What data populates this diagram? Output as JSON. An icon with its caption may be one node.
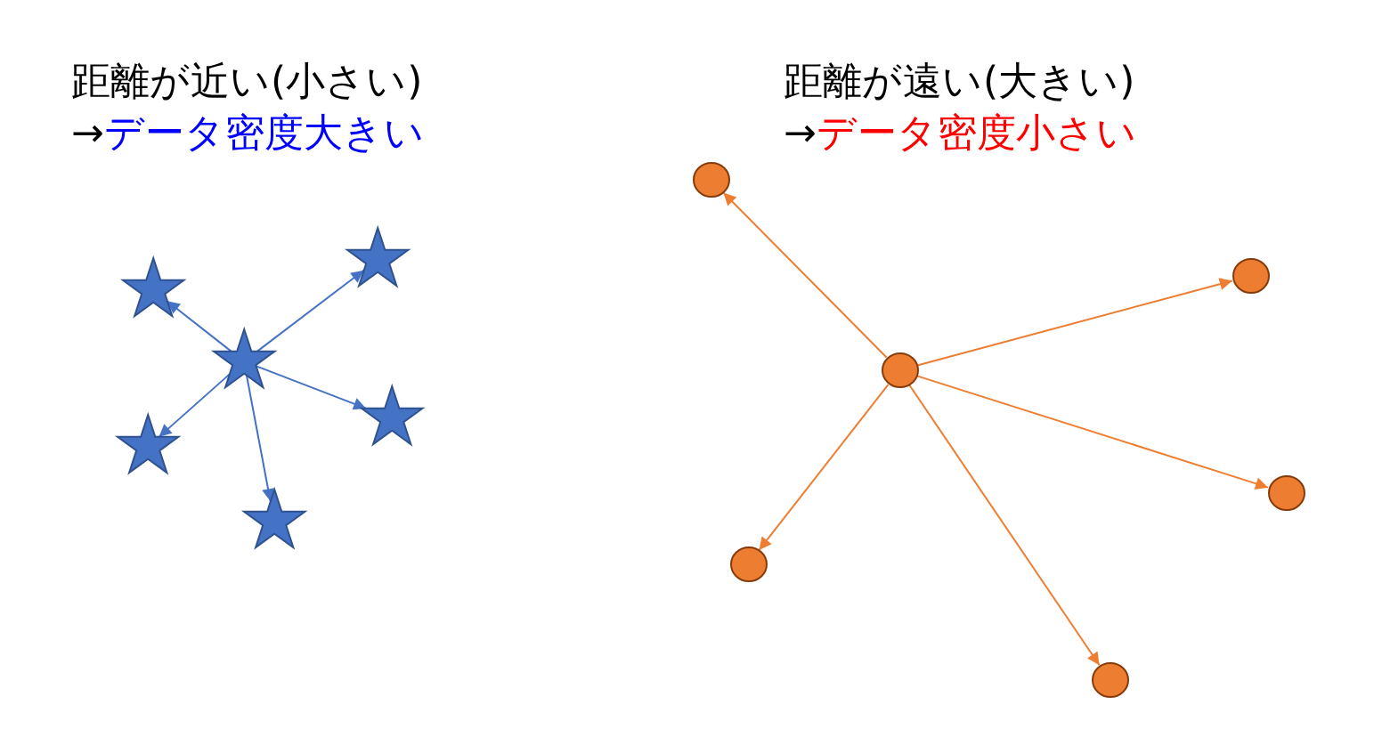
{
  "diagram": {
    "nodes": [
      {
        "text": [],
        "shape": "star"
      },
      {
        "text": [],
        "shape": "star"
      },
      {
        "text": [],
        "shape": "star"
      },
      {
        "text": [],
        "shape": "star"
      },
      {
        "text": [],
        "shape": "star"
      },
      {
        "text": [],
        "shape": "star"
      },
      {
        "text": [],
        "shape": "circle"
      },
      {
        "text": [],
        "shape": "circle"
      },
      {
        "text": [],
        "shape": "circle"
      },
      {
        "text": [],
        "shape": "circle"
      },
      {
        "text": [],
        "shape": "circle"
      },
      {
        "text": [],
        "shape": "circle"
      }
    ],
    "edges": [
      {
        "from": 2,
        "to": 0,
        "arrow": "to",
        "color": "#4472c4"
      },
      {
        "from": 2,
        "to": 1,
        "arrow": "to",
        "color": "#4472c4"
      },
      {
        "from": 2,
        "to": 3,
        "arrow": "to",
        "color": "#4472c4"
      },
      {
        "from": 2,
        "to": 4,
        "arrow": "to",
        "color": "#4472c4"
      },
      {
        "from": 2,
        "to": 5,
        "arrow": "to",
        "color": "#4472c4"
      },
      {
        "from": 8,
        "to": 6,
        "arrow": "to",
        "color": "#ed7d31"
      },
      {
        "from": 8,
        "to": 7,
        "arrow": "to",
        "color": "#ed7d31"
      },
      {
        "from": 8,
        "to": 9,
        "arrow": "to",
        "color": "#ed7d31"
      },
      {
        "from": 8,
        "to": 10,
        "arrow": "to",
        "color": "#ed7d31"
      },
      {
        "from": 8,
        "to": 11,
        "arrow": "to",
        "color": "#ed7d31"
      }
    ],
    "labels": [
      "距離が近い(小さい)",
      "→データ密度大きい",
      "距離が遠い(大きい)",
      "→データ密度小さい"
    ]
  }
}
